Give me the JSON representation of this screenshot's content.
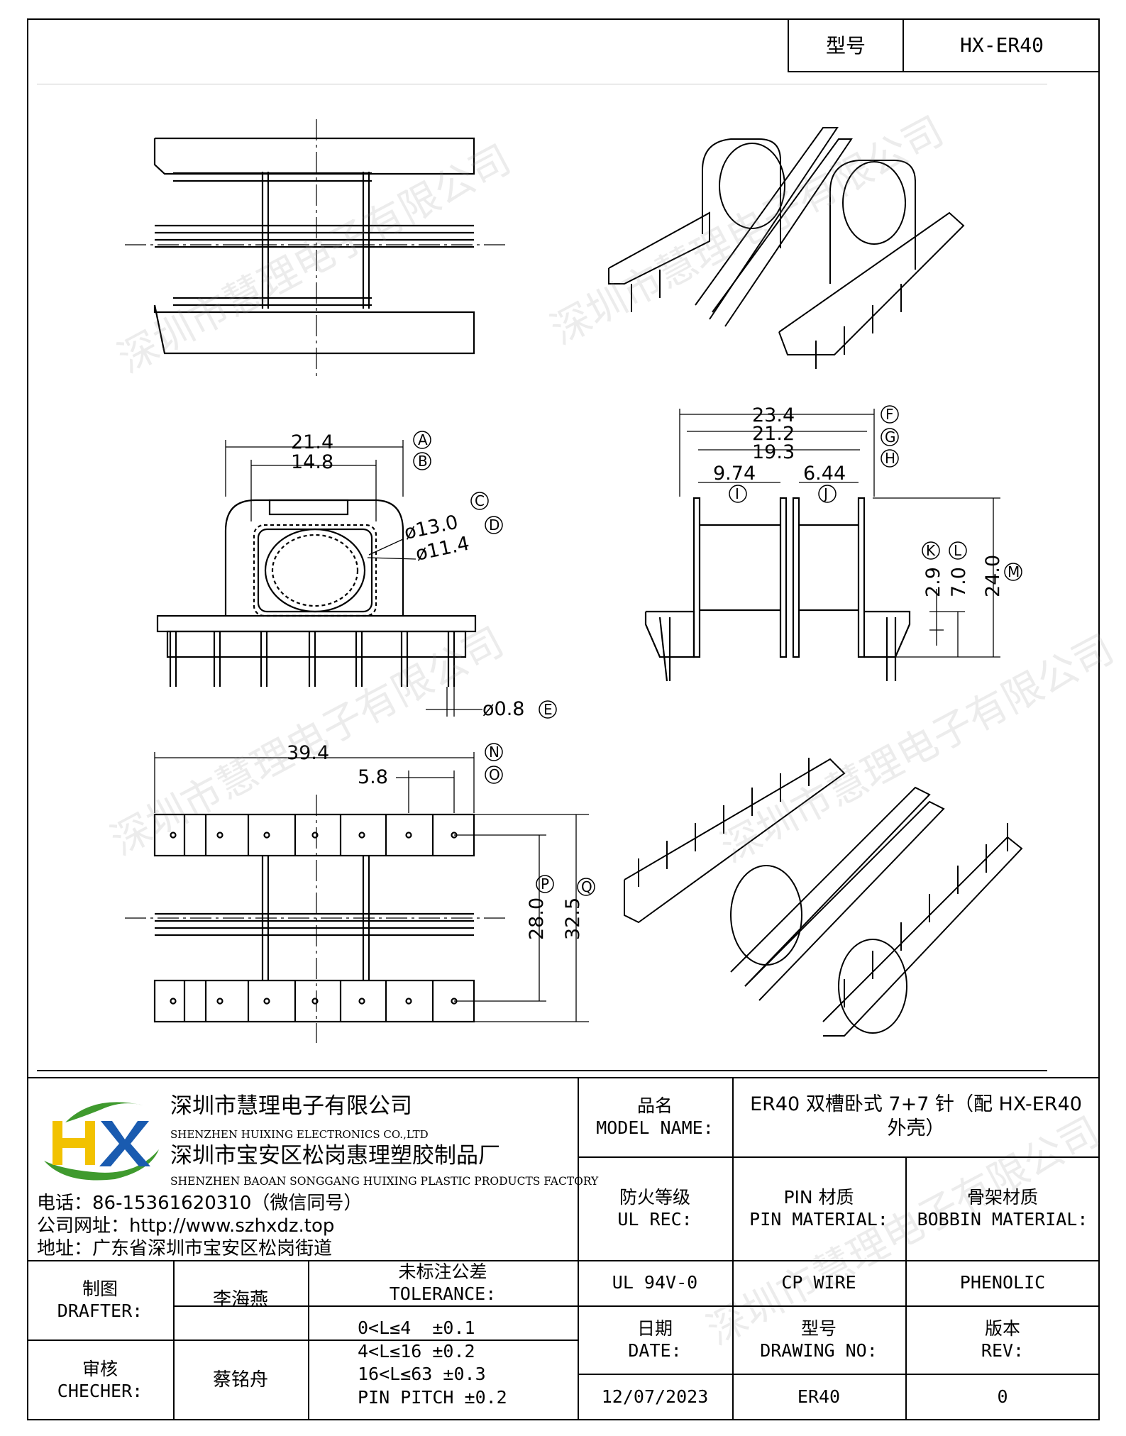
{
  "header": {
    "model_key": "型号",
    "model_value": "HX-ER40"
  },
  "dims": {
    "front_width_outer": "21.4",
    "front_width_inner": "14.8",
    "phi_outer": "ø13.0",
    "phi_inner": "ø11.4",
    "pin_dia": "ø0.8",
    "side_w1": "23.4",
    "side_w2": "21.2",
    "side_w3": "19.3",
    "side_slot1": "9.74",
    "side_slot2": "6.44",
    "side_h1": "2.9",
    "side_h2": "7.0",
    "side_h3": "24.0",
    "bottom_len": "39.4",
    "pin_pitch": "5.8",
    "bottom_h1": "28.0",
    "bottom_h2": "32.5"
  },
  "markers": [
    "A",
    "B",
    "C",
    "D",
    "E",
    "F",
    "G",
    "H",
    "I",
    "J",
    "K",
    "L",
    "M",
    "N",
    "O",
    "P",
    "Q"
  ],
  "company": {
    "logo_text": "HX",
    "name_cn": "深圳市慧理电子有限公司",
    "name_en": "SHENZHEN HUIXING ELECTRONICS CO.,LTD",
    "factory_cn": "深圳市宝安区松岗惠理塑胶制品厂",
    "factory_en": "SHENZHEN BAOAN SONGGANG HUIXING PLASTIC PRODUCTS FACTORY",
    "phone": "电话：86-15361620310（微信同号）",
    "website": "公司网址：http://www.szhxdz.top",
    "address": "地址：广东省深圳市宝安区松岗街道"
  },
  "table": {
    "model_name_cn": "品名",
    "model_name_en": "MODEL NAME:",
    "model_name_value": "ER40 双槽卧式 7+7 针（配 HX-ER40 外壳）",
    "ul_cn": "防火等级",
    "ul_en": "UL REC:",
    "ul_value": "UL 94V-0",
    "pin_cn": "PIN 材质",
    "pin_en": "PIN MATERIAL:",
    "pin_value": "CP WIRE",
    "bobbin_cn": "骨架材质",
    "bobbin_en": "BOBBIN MATERIAL:",
    "bobbin_value": "PHENOLIC",
    "drafter_cn": "制图",
    "drafter_en": "DRAFTER:",
    "drafter_name": "李海燕",
    "checker_cn": "审核",
    "checker_en": "CHECHER:",
    "checker_name": "蔡铭舟",
    "tol_cn": "未标注公差",
    "tol_en": "TOLERANCE:",
    "tol_lines": [
      "0<L≤4  ±0.1",
      "4<L≤16 ±0.2",
      "16<L≤63 ±0.3",
      "PIN PITCH ±0.2"
    ],
    "date_cn": "日期",
    "date_en": "DATE:",
    "date_value": "12/07/2023",
    "drawing_cn": "型号",
    "drawing_en": "DRAWING NO:",
    "drawing_value": "ER40",
    "rev_cn": "版本",
    "rev_en": "REV:",
    "rev_value": "0"
  },
  "watermark": "深圳市慧理电子有限公司",
  "colors": {
    "logo_green": "#3f9a2e",
    "logo_yellow": "#f2c200",
    "logo_blue": "#1a5bb0",
    "line": "#000000"
  }
}
